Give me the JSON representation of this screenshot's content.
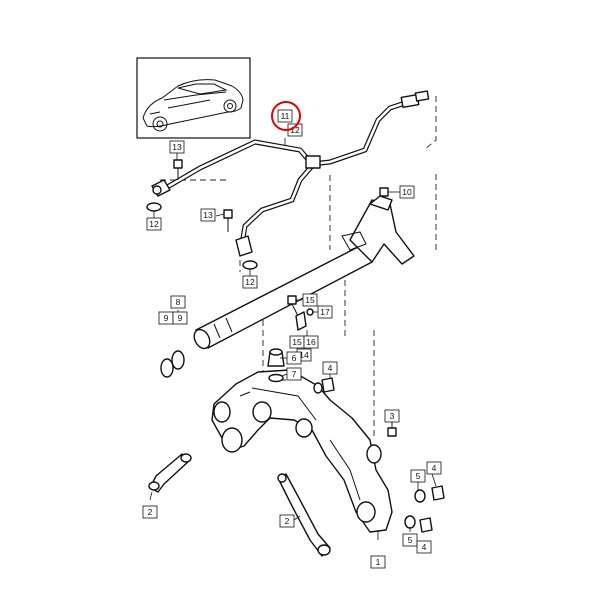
{
  "diagram": {
    "highlight_color": "#e00000",
    "callouts": {
      "c11": "11",
      "c12_top": "12",
      "c13_a": "13",
      "c12_a": "12",
      "c13_b": "13",
      "c12_b": "12",
      "c10": "10",
      "c8": "8",
      "c9_a": "9",
      "c9_b": "9",
      "c15_a": "15",
      "c17": "17",
      "c15_b": "15",
      "c16": "16",
      "c14": "14",
      "c6": "6",
      "c7": "7",
      "c4_a": "4",
      "c3": "3",
      "c4_b": "4",
      "c5_a": "5",
      "c2_a": "2",
      "c2_b": "2",
      "c5_b": "5",
      "c4_c": "4",
      "c1": "1"
    }
  }
}
